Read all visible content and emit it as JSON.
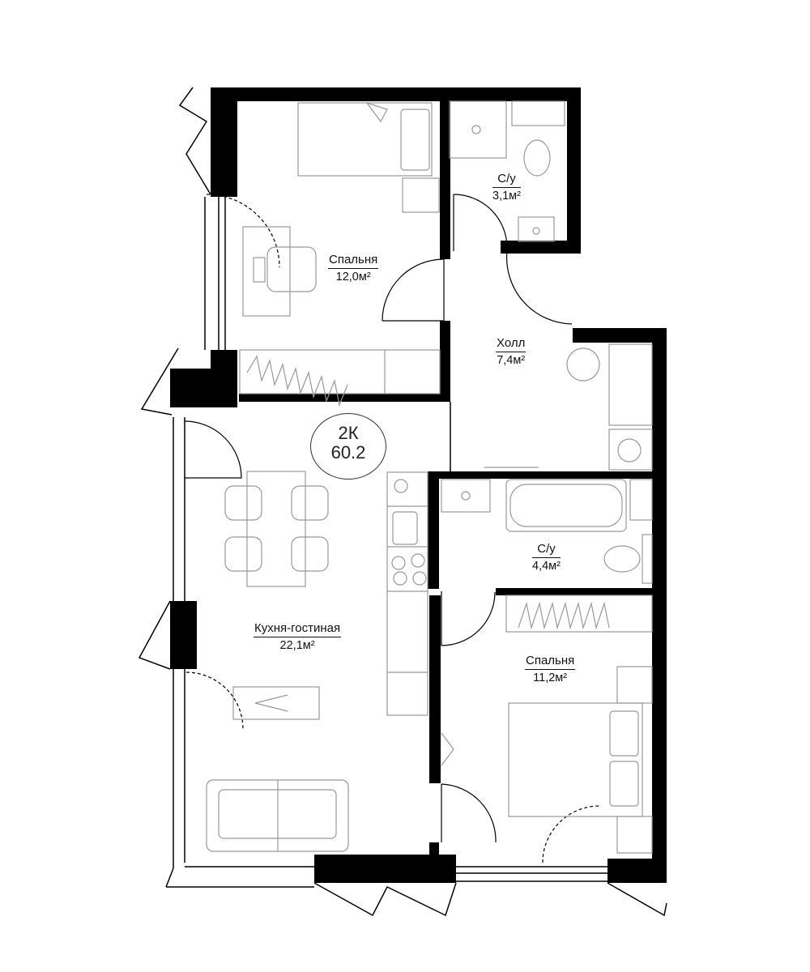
{
  "plan": {
    "badge": {
      "type": "2К",
      "area": "60.2"
    },
    "rooms": [
      {
        "id": "bedroom-1",
        "name": "Спальня",
        "area": "12,0м²"
      },
      {
        "id": "bathroom-1",
        "name": "С/у",
        "area": "3,1м²"
      },
      {
        "id": "hall",
        "name": "Холл",
        "area": "7,4м²"
      },
      {
        "id": "kitchen-living",
        "name": "Кухня-гостиная",
        "area": "22,1м²"
      },
      {
        "id": "bathroom-2",
        "name": "С/у",
        "area": "4,4м²"
      },
      {
        "id": "bedroom-2",
        "name": "Спальня",
        "area": "11,2м²"
      }
    ]
  }
}
